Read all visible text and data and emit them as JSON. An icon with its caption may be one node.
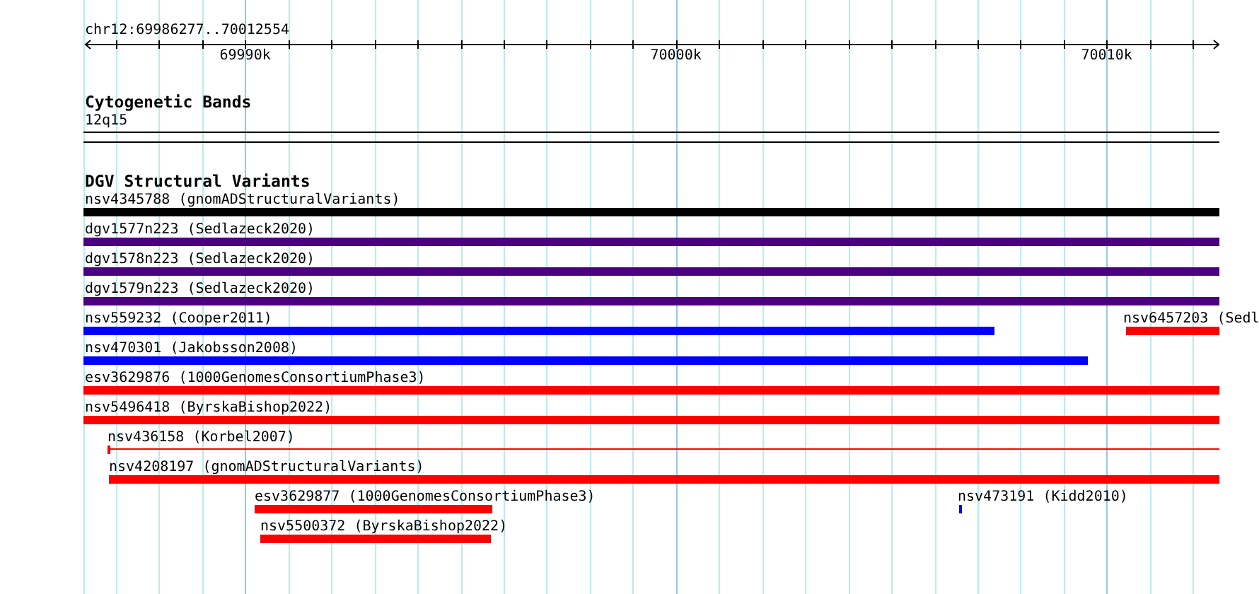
{
  "diagram": {
    "nodes": [
      {
        "text": [
          "12q15"
        ]
      },
      {
        "text": [
          "nsv4345788 (gnomADStructuralVariants)"
        ]
      },
      {
        "text": [
          "dgv1577n223 (Sedlazeck2020)"
        ]
      },
      {
        "text": [
          "dgv1578n223 (Sedlazeck2020)"
        ]
      },
      {
        "text": [
          "dgv1579n223 (Sedlazeck2020)"
        ]
      },
      {
        "text": [
          "nsv559232 (Cooper2011)"
        ]
      },
      {
        "text": [
          "nsv6457203 (Sedl"
        ]
      },
      {
        "text": [
          "nsv470301 (Jakobsson2008)"
        ]
      },
      {
        "text": [
          "esv3629876 (1000GenomesConsortiumPhase3)"
        ]
      },
      {
        "text": [
          "nsv5496418 (ByrskaBishop2022)"
        ]
      },
      {
        "text": [
          "nsv436158 (Korbel2007)"
        ]
      },
      {
        "text": [
          "nsv4208197 (gnomADStructuralVariants)"
        ]
      },
      {
        "text": [
          "esv3629877 (1000GenomesConsortiumPhase3)"
        ]
      },
      {
        "text": [
          "nsv473191 (Kidd2010)"
        ]
      },
      {
        "text": [
          "nsv5500372 (ByrskaBishop2022)"
        ]
      }
    ],
    "labels": [
      "chr12:69986277..70012554",
      "69990k",
      "70000k",
      "70010k",
      "Cytogenetic Bands",
      "DGV Structural Variants"
    ]
  }
}
